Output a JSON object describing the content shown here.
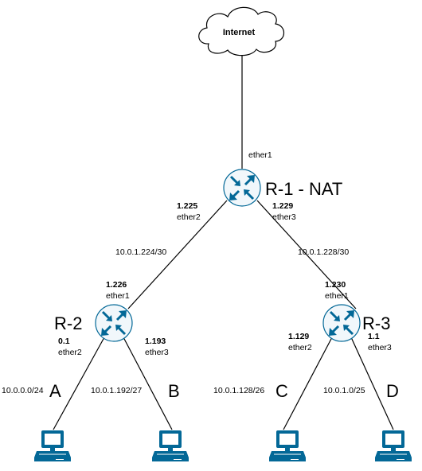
{
  "cloud": {
    "label": "Internet"
  },
  "routers": {
    "r1": {
      "name": "R-1 - NAT"
    },
    "r2": {
      "name": "R-2"
    },
    "r3": {
      "name": "R-3"
    }
  },
  "interfaces": {
    "r1_ether1": {
      "name": "ether1"
    },
    "r1_ether2": {
      "addr": "1.225",
      "name": "ether2"
    },
    "r1_ether3": {
      "addr": "1.229",
      "name": "ether3"
    },
    "r2_ether1": {
      "addr": "1.226",
      "name": "ether1"
    },
    "r2_ether2": {
      "addr": "0.1",
      "name": "ether2"
    },
    "r2_ether3": {
      "addr": "1.193",
      "name": "ether3"
    },
    "r3_ether1": {
      "addr": "1.230",
      "name": "ether1"
    },
    "r3_ether2": {
      "addr": "1.129",
      "name": "ether2"
    },
    "r3_ether3": {
      "addr": "1.1",
      "name": "ether3"
    }
  },
  "links": {
    "r1_r2": "10.0.1.224/30",
    "r1_r3": "10.0.1.228/30"
  },
  "subnets": {
    "a": {
      "letter": "A",
      "network": "10.0.0.0/24"
    },
    "b": {
      "letter": "B",
      "network": "10.0.1.192/27"
    },
    "c": {
      "letter": "C",
      "network": "10.0.1.128/26"
    },
    "d": {
      "letter": "D",
      "network": "10.0.1.0/25"
    }
  },
  "colors": {
    "router_fill": "#f1f7fb",
    "router_arrow": "#036897",
    "pc_fill": "#036897",
    "pc_screen": "#ffffff",
    "cloud_fill": "#ffffff",
    "line": "#000000"
  },
  "icons": {
    "router": "router-icon",
    "pc": "pc-icon",
    "cloud": "cloud-icon"
  }
}
